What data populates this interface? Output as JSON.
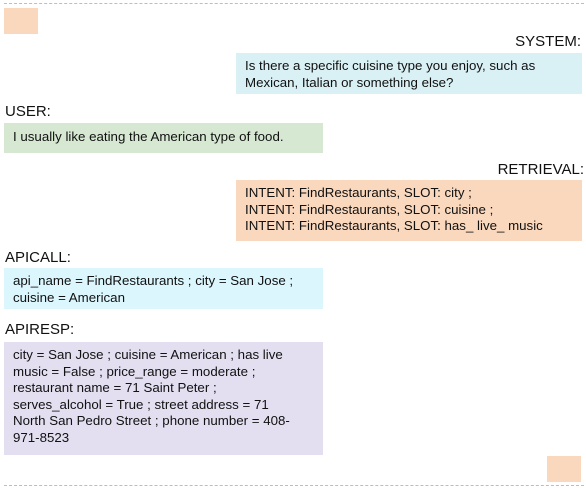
{
  "colors": {
    "system": "#d9f0f4",
    "user": "#d6e8d2",
    "retrieval": "#fad8bd",
    "apicall": "#dbf6fd",
    "apiresp": "#e3dff1",
    "marker": "#fad8bd"
  },
  "turns": {
    "system": {
      "speaker": "SYSTEM:",
      "lines": [
        "Is there a specific cuisine type you enjoy, such as",
        "Mexican, Italian or something else?"
      ]
    },
    "user": {
      "speaker": "USER:",
      "lines": [
        "I usually like eating the American type of food."
      ]
    },
    "retrieval": {
      "speaker": "RETRIEVAL:",
      "lines": [
        "INTENT: FindRestaurants, SLOT: city ;",
        "INTENT: FindRestaurants, SLOT: cuisine ;",
        "INTENT: FindRestaurants, SLOT: has_ live_ music"
      ]
    },
    "apicall": {
      "speaker": "APICALL:",
      "lines": [
        "api_name = FindRestaurants ; city = San Jose ;",
        "cuisine = American"
      ]
    },
    "apiresp": {
      "speaker": "APIRESP:",
      "lines": [
        "city = San Jose ; cuisine = American ; has live",
        "music = False ; price_range = moderate ;",
        "restaurant name = 71 Saint Peter ;",
        "serves_alcohol = True ; street address = 71",
        "North San Pedro Street ; phone number = 408-",
        "971-8523"
      ]
    }
  }
}
